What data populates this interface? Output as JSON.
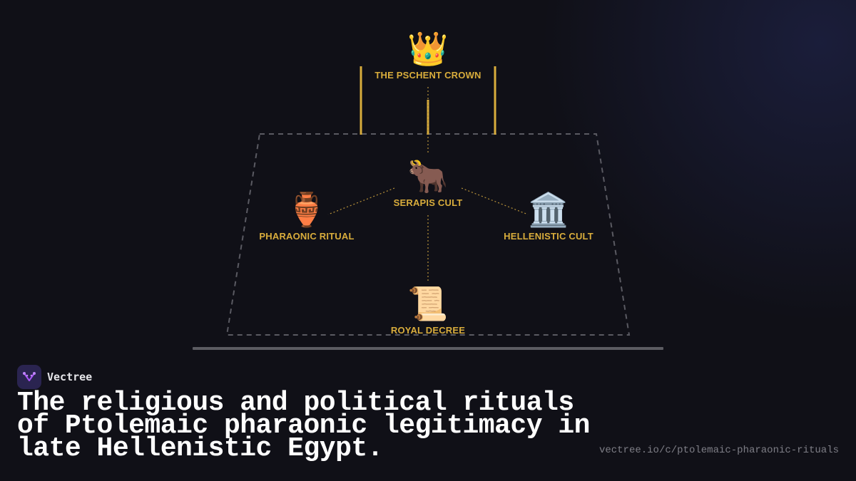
{
  "diagram": {
    "nodes": [
      {
        "id": "crown",
        "label": "THE PSCHENT CROWN",
        "icon": "crown-icon",
        "glyph": "👑"
      },
      {
        "id": "serapis",
        "label": "SERAPIS CULT",
        "icon": "ox-icon",
        "glyph": "🐂"
      },
      {
        "id": "pharaonic",
        "label": "PHARAONIC RITUAL",
        "icon": "amphora-icon",
        "glyph": "🏺"
      },
      {
        "id": "hellenistic",
        "label": "HELLENISTIC CULT",
        "icon": "classical-building-icon",
        "glyph": "🏛️"
      },
      {
        "id": "decree",
        "label": "ROYAL DECREE",
        "icon": "scroll-icon",
        "glyph": "📜"
      }
    ],
    "edges": [
      {
        "from": "crown",
        "to": "serapis",
        "style": "dotted"
      },
      {
        "from": "serapis",
        "to": "pharaonic",
        "style": "dotted"
      },
      {
        "from": "serapis",
        "to": "hellenistic",
        "style": "dotted"
      },
      {
        "from": "serapis",
        "to": "decree",
        "style": "dotted"
      }
    ],
    "colors": {
      "accent": "#d9ad3c",
      "frame": "#5a5a62",
      "base": "#5c5c62",
      "background": "#101017"
    }
  },
  "brand": {
    "name": "Vectree",
    "logo": "vectree-logo-icon"
  },
  "headline": "The religious and political rituals of Ptolemaic pharaonic legitimacy in late Hellenistic Egypt.",
  "url": "vectree.io/c/ptolemaic-pharaonic-rituals"
}
